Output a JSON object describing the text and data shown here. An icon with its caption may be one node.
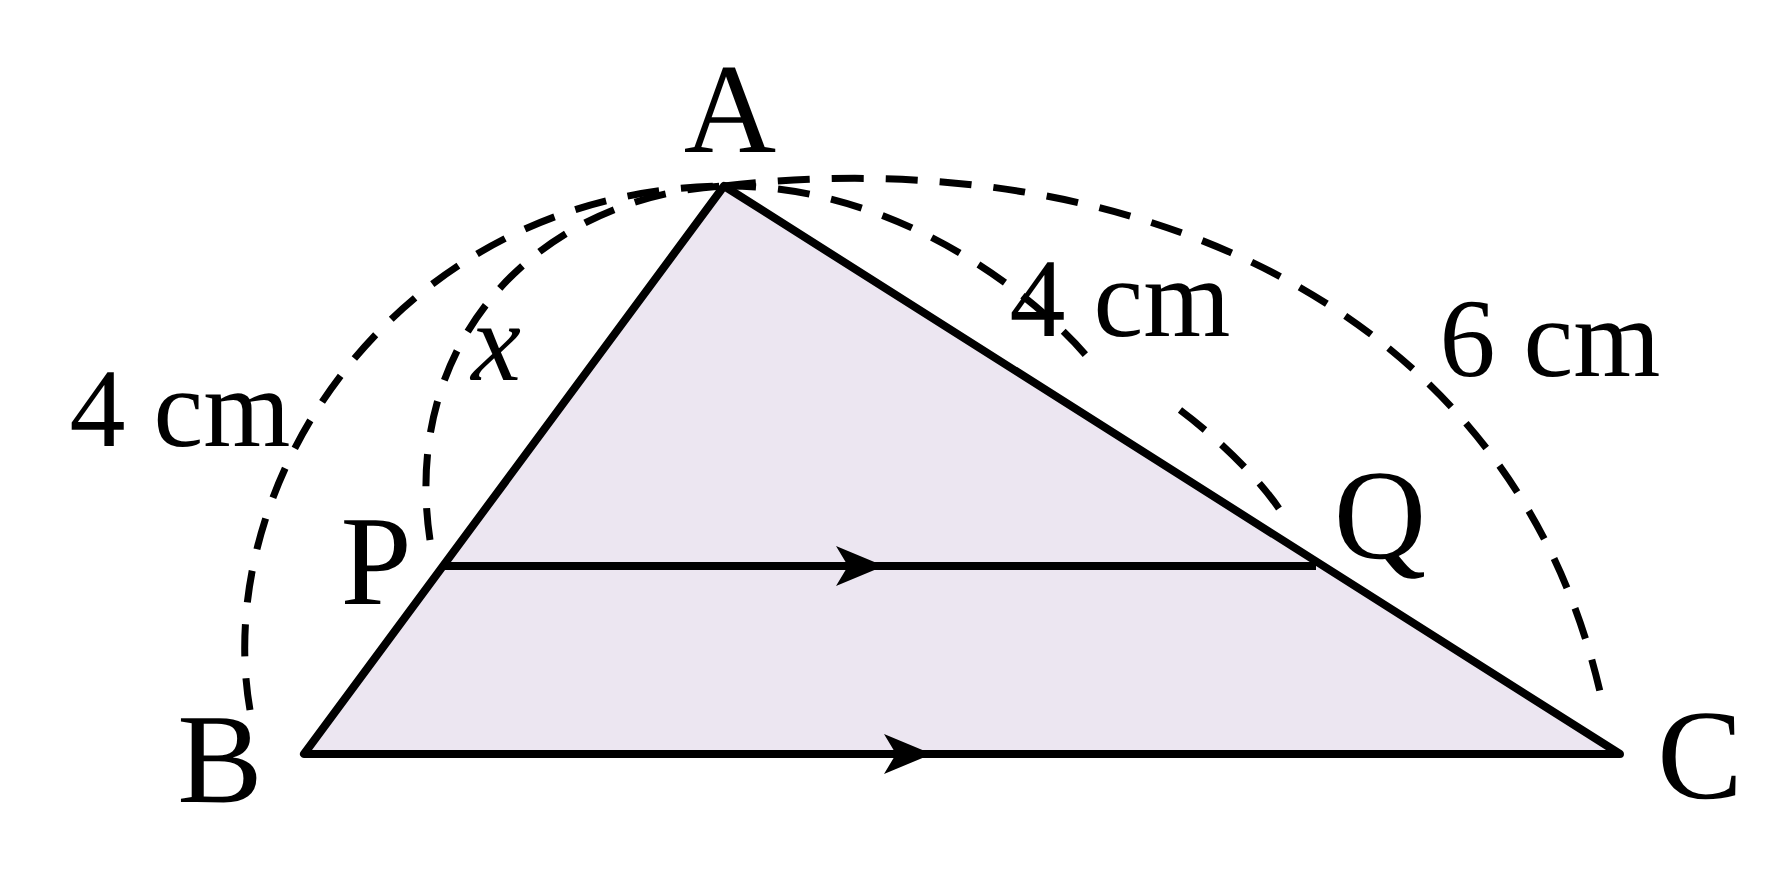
{
  "diagram": {
    "labels": [
      "A",
      "4 cm",
      "x",
      "4 cm",
      "6 cm",
      "Q",
      "P",
      "B",
      "C"
    ]
  }
}
